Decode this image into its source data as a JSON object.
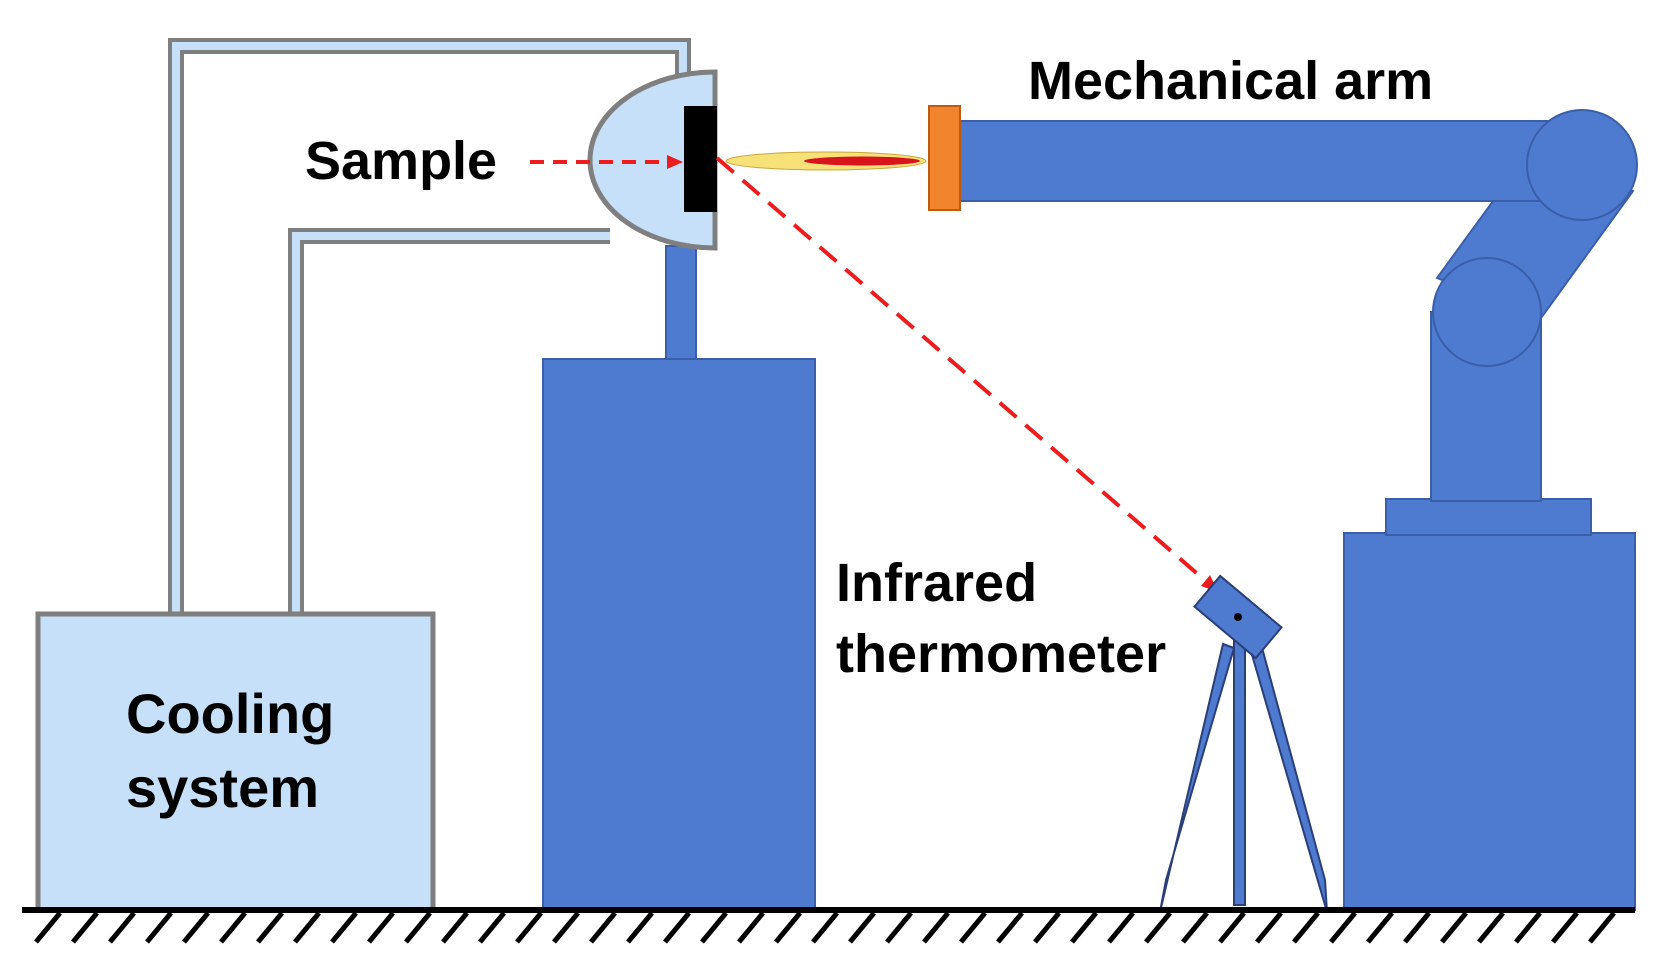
{
  "labels": {
    "sample": "Sample",
    "mechanical_arm": "Mechanical arm",
    "infrared_line1": "Infrared",
    "infrared_line2": "thermometer",
    "cooling_line1": "Cooling",
    "cooling_line2": "system"
  },
  "colors": {
    "equipment_blue": "#4E7ACF",
    "equipment_outline": "#3A5FA8",
    "cooling_fill": "#C5E0F8",
    "pipe_outline": "#7F7F7F",
    "laser_red": "#EE1C1C",
    "nozzle_orange": "#F2842E",
    "flame_yellow": "#F7E27A",
    "flame_core": "#D9141C",
    "sample_black": "#000000"
  },
  "icons": {
    "ground": "hatched-ground-line",
    "sample_holder": "half-dome-holder",
    "thermometer": "tripod-infrared-thermometer",
    "robot": "articulated-robot-arm"
  }
}
